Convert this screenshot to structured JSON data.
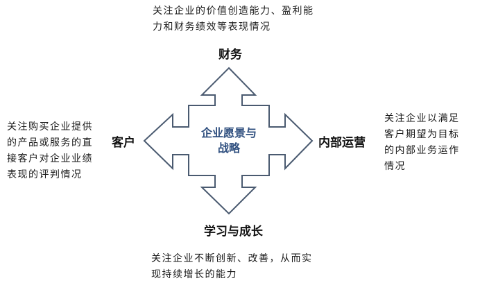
{
  "center": {
    "line1": "企业愿景与",
    "line2": "战略"
  },
  "perspectives": {
    "finance": {
      "label": "财务",
      "desc_line1": "关注企业的价值创造能力、盈利能",
      "desc_line2": "力和财务绩效等表现情况"
    },
    "customer": {
      "label": "客户",
      "desc_lines": [
        "关注购买企业提供",
        "的产品或服务的直",
        "接客户对企业业绩",
        "表现的评判情况"
      ]
    },
    "internal": {
      "label": "内部运营",
      "desc_lines": [
        "关注企业以满足",
        "客户期望为目标",
        "的内部业务运作",
        "情况"
      ]
    },
    "learning": {
      "label": "学习与成长",
      "desc_line1": "关注企业不断创新、改善，从而实",
      "desc_line2": "现持续增长的能力"
    }
  },
  "colors": {
    "arrow_stroke": "#4a5a70",
    "center_text": "#2f4f7f"
  }
}
